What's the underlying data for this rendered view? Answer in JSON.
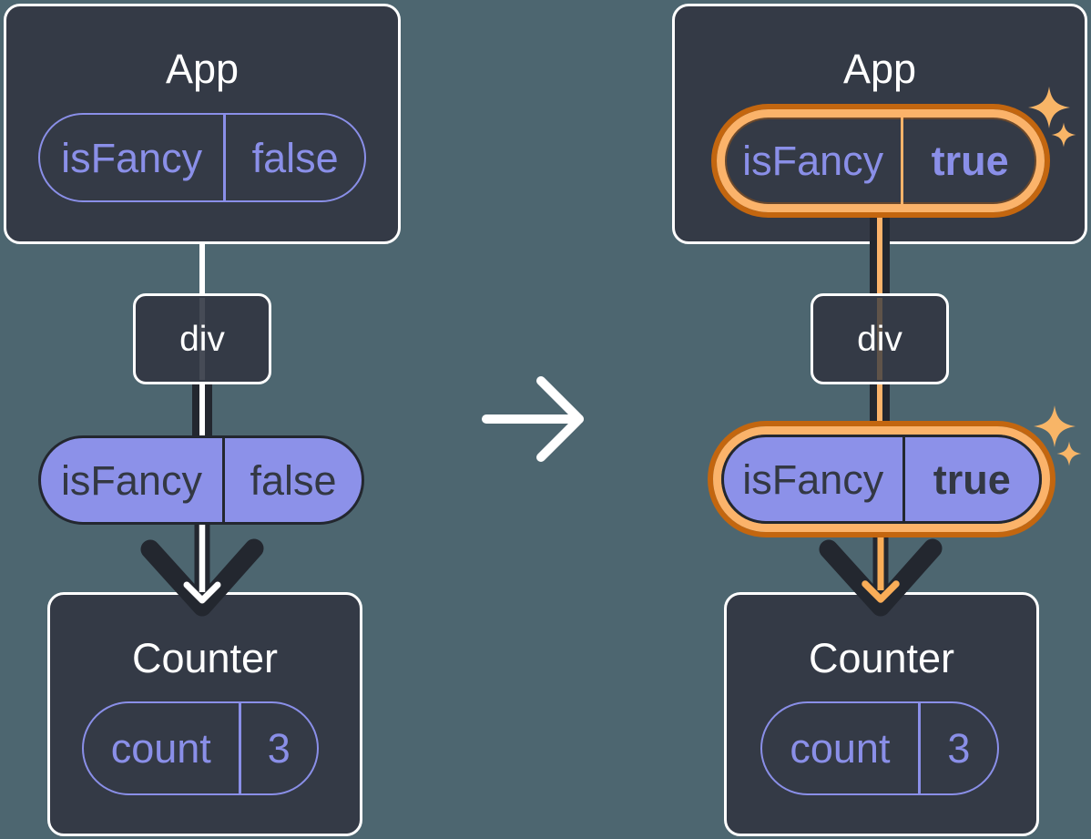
{
  "colors": {
    "background": "#4D6670",
    "box_fill": "#343A46",
    "box_border": "#FFFFFF",
    "purple": "#8A8FE8",
    "purple_fill": "#8C91E9",
    "ink_dark": "#23272F",
    "text_on_purple": "#333843",
    "orange_dark": "#C3660F",
    "orange_light": "#FBB36A",
    "orange_arrow": "#F9AD58",
    "sparkle": "#F8B567",
    "white": "#FFFFFF"
  },
  "before_tree": {
    "app": {
      "title": "App",
      "state_key": "isFancy",
      "state_value": "false"
    },
    "div": {
      "label": "div"
    },
    "prop": {
      "key": "isFancy",
      "value": "false"
    },
    "counter": {
      "title": "Counter",
      "state_key": "count",
      "state_value": "3"
    }
  },
  "after_tree": {
    "app": {
      "title": "App",
      "state_key": "isFancy",
      "state_value": "true"
    },
    "div": {
      "label": "div"
    },
    "prop": {
      "key": "isFancy",
      "value": "true"
    },
    "counter": {
      "title": "Counter",
      "state_key": "count",
      "state_value": "3"
    }
  }
}
